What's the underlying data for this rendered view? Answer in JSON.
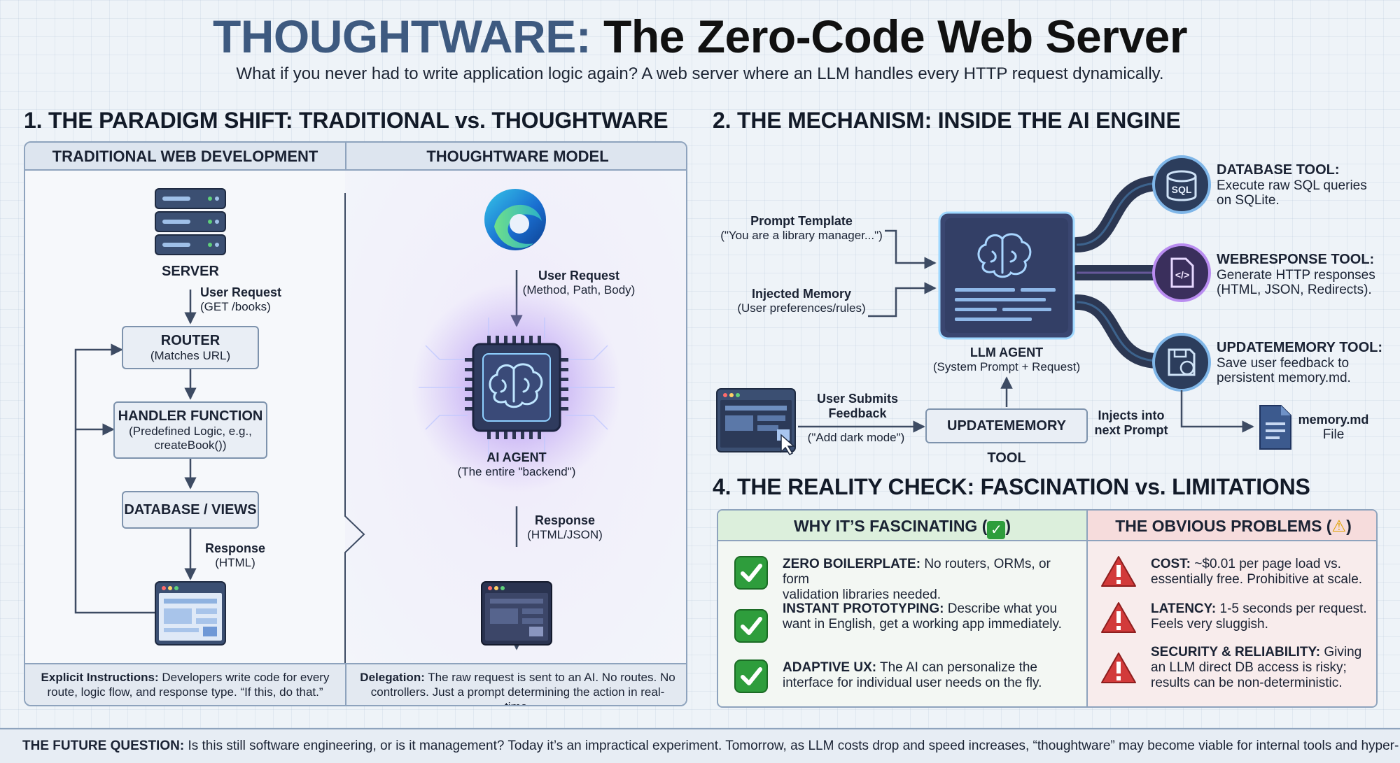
{
  "header": {
    "title_brand": "THOUGHTWARE:",
    "title_rest": " The Zero-Code Web Server",
    "subtitle": "What if you never had to write application logic again? A web server where an LLM handles every HTTP request dynamically."
  },
  "section1": {
    "heading": "1. THE PARADIGM SHIFT: TRADITIONAL vs. THOUGHTWARE",
    "traditional": {
      "header": "TRADITIONAL WEB DEVELOPMENT",
      "server_label": "SERVER",
      "request_title": "User Request",
      "request_detail": "(GET /books)",
      "router_title": "ROUTER",
      "router_detail": "(Matches URL)",
      "handler_title": "HANDLER FUNCTION",
      "handler_detail_1": "(Predefined Logic, e.g.,",
      "handler_detail_2": "createBook())",
      "db_title": "DATABASE / VIEWS",
      "response_title": "Response",
      "response_detail": "(HTML)",
      "footer_bold": "Explicit Instructions:",
      "footer_text": " Developers write code for every route, logic flow, and response type. “If this, do that.”"
    },
    "thoughtware": {
      "header": "THOUGHTWARE MODEL",
      "request_title": "User Request",
      "request_detail": "(Method, Path, Body)",
      "agent_title": "AI AGENT",
      "agent_detail": "(The entire \"backend\")",
      "response_title": "Response",
      "response_detail": "(HTML/JSON)",
      "footer_bold": "Delegation:",
      "footer_text": " The raw request is sent to an AI. No routes. No controllers. Just a prompt determining the action in real-time."
    }
  },
  "section2": {
    "heading": "2. THE MECHANISM: INSIDE THE AI ENGINE",
    "prompt_template_title": "Prompt Template",
    "prompt_template_detail": "(\"You are a library manager...\")",
    "injected_memory_title": "Injected Memory",
    "injected_memory_detail": "(User preferences/rules)",
    "agent_title": "LLM AGENT",
    "agent_detail": "(System Prompt + Request)",
    "feedback_title_1": "User Submits",
    "feedback_title_2": "Feedback",
    "feedback_detail": "(\"Add dark mode\")",
    "updatememory_box": "UPDATEMEMORY TOOL",
    "injects_1": "Injects into",
    "injects_2": "next Prompt",
    "sql_icon_text": "SQL",
    "code_icon_text": "</>",
    "tools": [
      {
        "title": "DATABASE TOOL:",
        "desc_1": "Execute raw SQL queries",
        "desc_2": "on SQLite."
      },
      {
        "title": "WEBRESPONSE TOOL:",
        "desc_1": "Generate HTTP responses",
        "desc_2": "(HTML, JSON, Redirects)."
      },
      {
        "title": "UPDATEMEMORY TOOL:",
        "desc_1": "Save user feedback to",
        "desc_2": "persistent memory.md."
      }
    ],
    "memory_file_1": "memory.md",
    "memory_file_2": "File"
  },
  "section4": {
    "heading": "4. THE REALITY CHECK: FASCINATION vs. LIMITATIONS",
    "pros_header": "WHY IT’S FASCINATING (",
    "cons_header": "THE OBVIOUS PROBLEMS (",
    "pros": [
      {
        "bold": "ZERO BOILERPLATE:",
        "l1": " No routers, ORMs, or form",
        "l2": "validation libraries needed."
      },
      {
        "bold": "INSTANT PROTOTYPING:",
        "l1": " Describe what you",
        "l2": "want in English, get a working app immediately."
      },
      {
        "bold": "ADAPTIVE UX:",
        "l1": " The AI can personalize the",
        "l2": "interface for individual user needs on the fly."
      }
    ],
    "cons": [
      {
        "bold": "COST:",
        "l1": " ~$0.01 per page load vs.",
        "l2": "essentially free. Prohibitive at scale.",
        "l3": ""
      },
      {
        "bold": "LATENCY:",
        "l1": " 1-5 seconds per request.",
        "l2": "Feels very sluggish.",
        "l3": ""
      },
      {
        "bold": "SECURITY & RELIABILITY:",
        "l1": " Giving",
        "l2": "an LLM direct DB access is risky;",
        "l3": "results can be non-deterministic."
      }
    ]
  },
  "footer": {
    "bold": "THE FUTURE QUESTION:",
    "text": " Is this still software engineering, or is it management? Today it’s an impractical experiment. Tomorrow, as LLM costs drop and speed increases, “thoughtware” may become viable for internal tools and hyper-personalized experiences."
  },
  "colors": {
    "brand": "#3e5a80",
    "check_green": "#2e9d3c",
    "warning_red": "#d23a3a",
    "tool_circle": "#2c3d5c",
    "pipe": "#2e3a58",
    "purple_glow": "#8f6bdc"
  }
}
